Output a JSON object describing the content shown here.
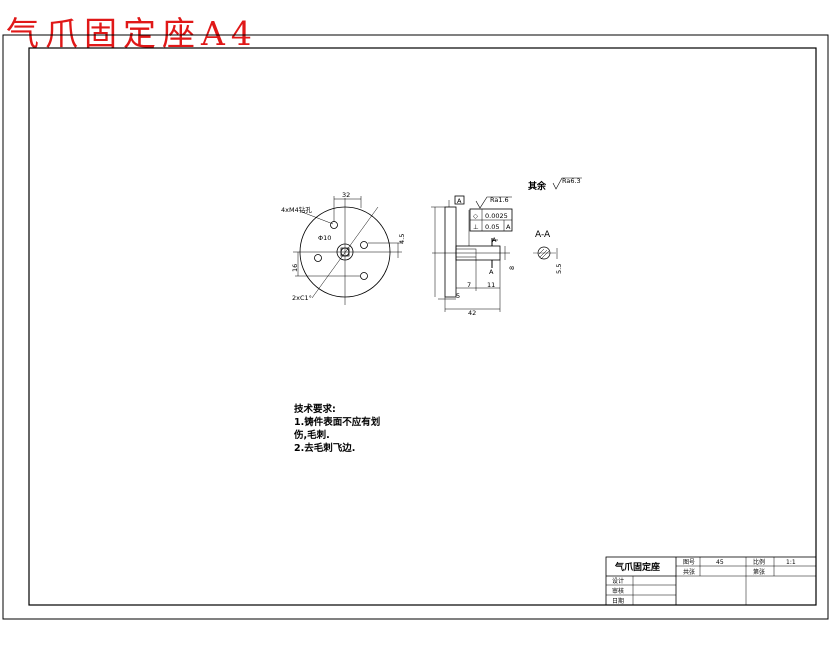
{
  "sheet_title": "气爪固定座A4",
  "drawing": {
    "front_view": {
      "label_holes": "4xM4钻孔",
      "label_center": "Φ10",
      "label_chamfer": "2xC1°",
      "dim_top": "32",
      "dim_right": "4.5",
      "dim_left": "16"
    },
    "side_view": {
      "datum_label": "A",
      "roughness_small": "Ra1.6",
      "tol_value_1": "0.0025",
      "tol_value_2": "0.05",
      "tol_datum": "A",
      "section_mark_top": "A",
      "section_mark_bottom": "A",
      "dim_shaft": "8",
      "dim_7": "7",
      "dim_11": "11",
      "dim_5": "5",
      "dim_total": "42"
    },
    "general_roughness_label": "其余",
    "general_roughness_value": "Ra6.3",
    "section_title": "A-A",
    "section_dim": "5.5"
  },
  "notes": {
    "title": "技术要求:",
    "line1": "1.铸件表面不应有划",
    "line2": "伤,毛刺.",
    "line3": "2.去毛刺飞边."
  },
  "title_block": {
    "part_name": "气爪固定座",
    "label_drawing_no": "图号",
    "label_count": "共张",
    "label_scale": "比例",
    "label_sheet": "第张",
    "scale_value": "1:1",
    "material": "45",
    "label_design": "设计",
    "label_check": "审核",
    "label_date": "日期"
  }
}
